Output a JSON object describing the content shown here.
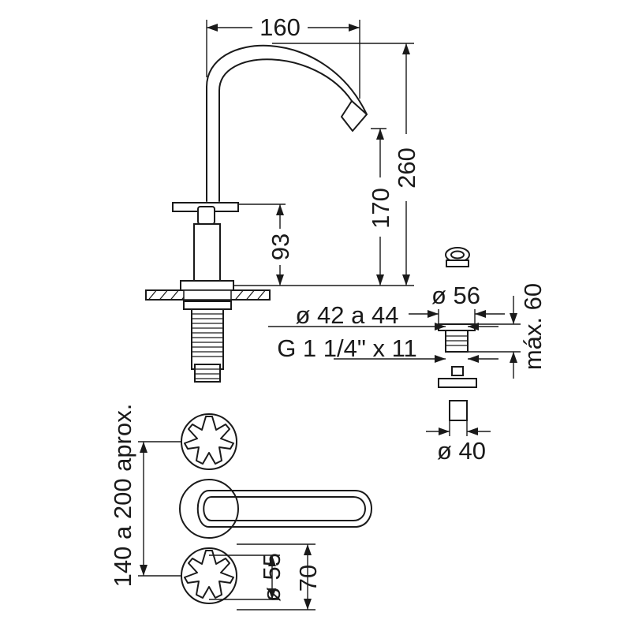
{
  "dimensions": {
    "spout_reach": "160",
    "total_height": "260",
    "spout_height": "170",
    "handle_height": "93",
    "drain_diameter": "ø 56",
    "hole_diameter": "ø 42 a 44",
    "thread_spec": "G 1 1/4\" x 11",
    "max_depth": "máx. 60",
    "drain_base_diameter": "ø 40",
    "handle_spacing": "140 a 200 aprox.",
    "rosette_small": "ø 55",
    "rosette_large": "70"
  }
}
